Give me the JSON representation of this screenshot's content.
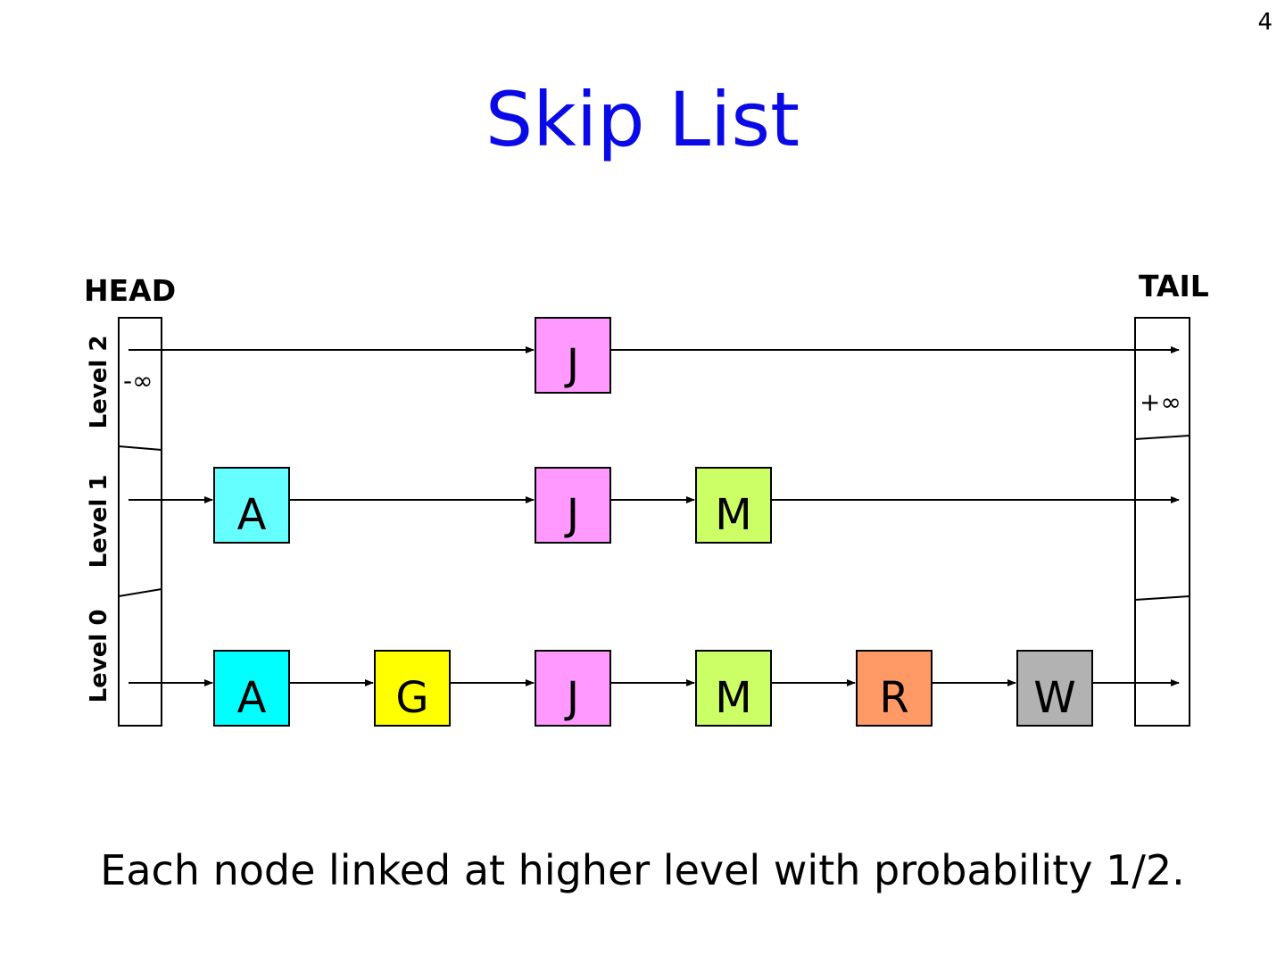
{
  "page_number": "4",
  "title": "Skip List",
  "head_label": "HEAD",
  "tail_label": "TAIL",
  "head_value": "-∞",
  "tail_value": "+∞",
  "levels": [
    "Level 2",
    "Level 1",
    "Level 0"
  ],
  "nodes_by_level": {
    "level_2": [
      {
        "key": "J",
        "color": "#ff99ff"
      }
    ],
    "level_1": [
      {
        "key": "A",
        "color": "#66ffff"
      },
      {
        "key": "J",
        "color": "#ff99ff"
      },
      {
        "key": "M",
        "color": "#ccff66"
      }
    ],
    "level_0": [
      {
        "key": "A",
        "color": "#00ffff"
      },
      {
        "key": "G",
        "color": "#ffff00"
      },
      {
        "key": "J",
        "color": "#ff99ff"
      },
      {
        "key": "M",
        "color": "#ccff66"
      },
      {
        "key": "R",
        "color": "#ff9966"
      },
      {
        "key": "W",
        "color": "#b2b2b2"
      }
    ]
  },
  "caption": "Each node linked at higher level with probability 1/2."
}
